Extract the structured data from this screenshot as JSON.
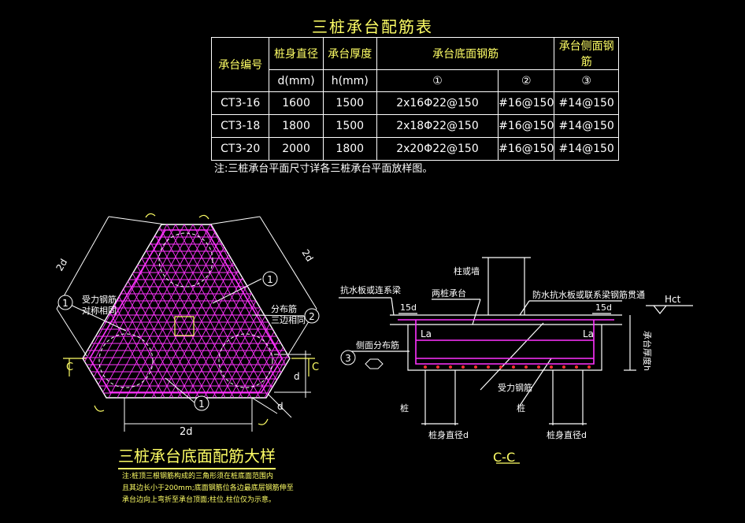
{
  "table": {
    "title": "三桩承台配筋表",
    "headers": {
      "id": "承台编号",
      "diameter": "桩身直径",
      "thickness": "承台厚度",
      "bottom": "承台底面钢筋",
      "side": "承台侧面钢筋"
    },
    "subheaders": {
      "diameter_unit": "d(mm)",
      "thickness_unit": "h(mm)",
      "c1": "①",
      "c2": "②",
      "c3": "③"
    },
    "rows": [
      {
        "id": "CT3-16",
        "d": "1600",
        "h": "1500",
        "r1": "2x16Φ22@150",
        "r2": "#16@150",
        "r3": "#14@150"
      },
      {
        "id": "CT3-18",
        "d": "1800",
        "h": "1500",
        "r1": "2x18Φ22@150",
        "r2": "#16@150",
        "r3": "#14@150"
      },
      {
        "id": "CT3-20",
        "d": "2000",
        "h": "1800",
        "r1": "2x20Φ22@150",
        "r2": "#16@150",
        "r3": "#14@150"
      }
    ],
    "note": "注:三桩承台平面尺寸详各三桩承台平面放样图。"
  },
  "plan": {
    "title": "三桩承台底面配筋大样",
    "dim_2d": "2d",
    "dim_d": "d",
    "marker_1": "1",
    "marker_2": "2",
    "label_main": "受力钢筋",
    "label_main_2": "对称相同",
    "label_dist": "分布筋",
    "label_dist_2": "三边相同",
    "section_mark": "C",
    "note_lines": [
      "注:桩顶三根钢筋构成的三角形须在桩底面范围内",
      "且其边长小于200mm;底面钢筋位各边最底层钢筋伸至",
      "承台边向上弯折至承台顶面;柱位,柱位仅为示意。"
    ]
  },
  "section": {
    "title": "C-C",
    "col": "柱或墙",
    "anti": "抗水板或连系梁",
    "two_pile": "两桩承台",
    "water": "防水抗水板或联系梁钢筋贯通",
    "hct": "Hct",
    "d15": "15d",
    "la": "La",
    "side_dist": "侧面分布筋",
    "marker_3": "3",
    "force": "受力钢筋",
    "pile": "桩",
    "pile_d": "桩身直径d",
    "thick": "承台厚度h"
  }
}
